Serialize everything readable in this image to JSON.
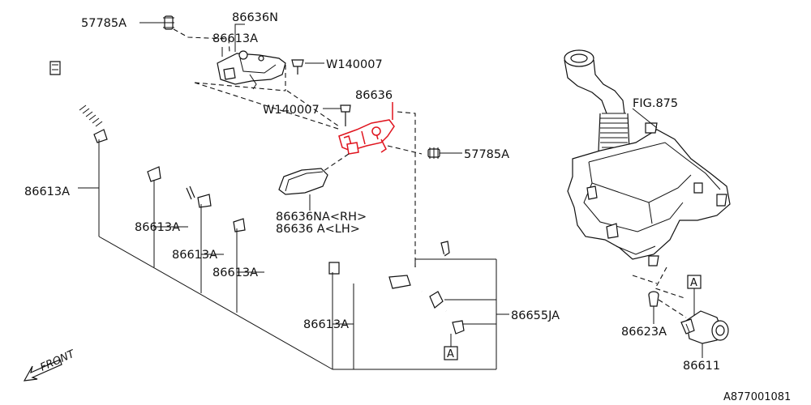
{
  "labels": {
    "bolt_top": "57785A",
    "nozzle_top": "86636N",
    "hose_top": "86613A",
    "clip_top": "W140007",
    "nozzle_red": "86636",
    "clip_mid": "W140007",
    "bolt_mid": "57785A",
    "fig_ref": "FIG.875",
    "hose_left": "86613A",
    "hose_2": "86613A",
    "hose_3": "86613A",
    "hose_4": "86613A",
    "cover_rh": "86636NA<RH>",
    "cover_lh": "86636 A<LH>",
    "hose_bottom": "86613A",
    "hose_joint": "86655JA",
    "grommet": "86623A",
    "pump": "86611",
    "marker_a1": "A",
    "marker_a2": "A",
    "front": "FRONT",
    "drawing_no": "A877001081"
  },
  "colors": {
    "line": "#111111",
    "highlight": "#e0141e",
    "background": "#ffffff"
  },
  "icons": {
    "front_arrow": "front-arrow-icon"
  }
}
